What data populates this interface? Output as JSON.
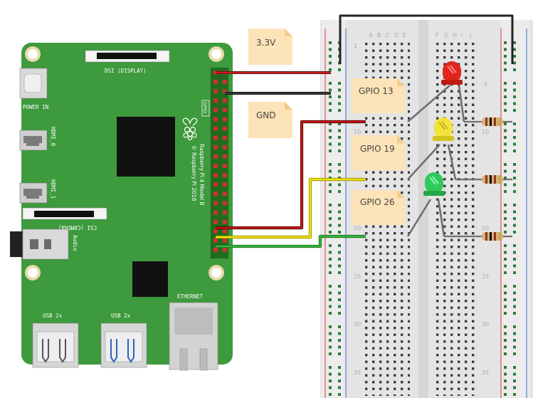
{
  "board": {
    "dsi_label": "DSI (DISPLAY)",
    "power_label": "POWER IN",
    "hdmi0_label": "HDMI_0",
    "hdmi1_label": "HDMI_1",
    "csi_label": "CSI (CAMERA)",
    "audio_label": "Audio",
    "gpio_label": "GPIO",
    "model_label": "Raspberry Pi 4 Model B",
    "copyright_label": "© Raspberry Pi 2018",
    "usb2_label_1": "USB 2x",
    "usb2_label_2": "USB 2x",
    "ethernet_label": "ETHERNET"
  },
  "notes": {
    "v33": "3.3V",
    "gnd": "GND",
    "gpio13": "GPIO 13",
    "gpio19": "GPIO 19",
    "gpio26": "GPIO 26"
  },
  "breadboard": {
    "col_left": [
      "A",
      "B",
      "C",
      "D",
      "E"
    ],
    "col_right": [
      "F",
      "G",
      "H",
      "I",
      "J"
    ],
    "row_left": [
      "1",
      "10",
      "20",
      "25",
      "30",
      "35"
    ],
    "row_right": [
      "5",
      "10",
      "20",
      "25",
      "30",
      "35"
    ]
  },
  "colors": {
    "pcb": "#3d9a3d",
    "wire_red": "#d11a1a",
    "wire_black": "#222222",
    "wire_darkred": "#a01010",
    "wire_yellow": "#f1e60c",
    "wire_green": "#35b53a",
    "led_red": "#e0241e",
    "led_yellow": "#f3e33a",
    "led_green": "#2fc85a",
    "note": "#fde3b8"
  }
}
